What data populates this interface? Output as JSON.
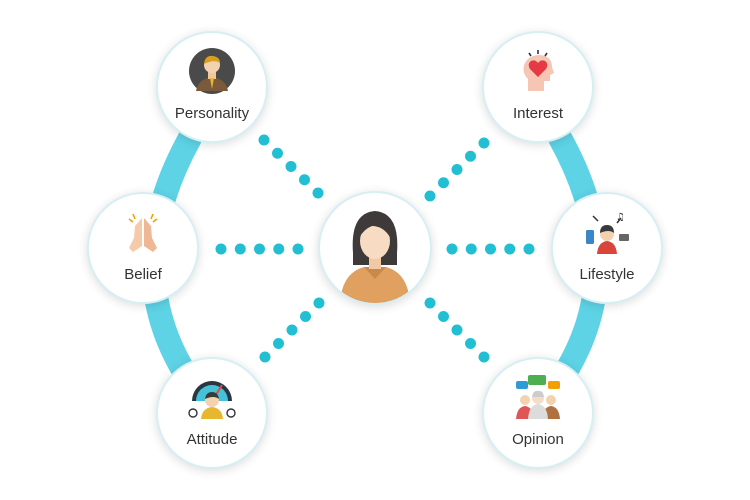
{
  "colors": {
    "accent": "#5ed3e6",
    "dot": "#22bfd3"
  },
  "center": {
    "icon": "woman-avatar-icon"
  },
  "nodes": [
    {
      "id": "personality",
      "label": "Personality",
      "icon": "businessman-icon"
    },
    {
      "id": "interest",
      "label": "Interest",
      "icon": "heart-mind-icon"
    },
    {
      "id": "belief",
      "label": "Belief",
      "icon": "praying-hands-icon"
    },
    {
      "id": "lifestyle",
      "label": "Lifestyle",
      "icon": "connected-person-icon"
    },
    {
      "id": "attitude",
      "label": "Attitude",
      "icon": "gauge-person-icon"
    },
    {
      "id": "opinion",
      "label": "Opinion",
      "icon": "group-discussion-icon"
    }
  ]
}
